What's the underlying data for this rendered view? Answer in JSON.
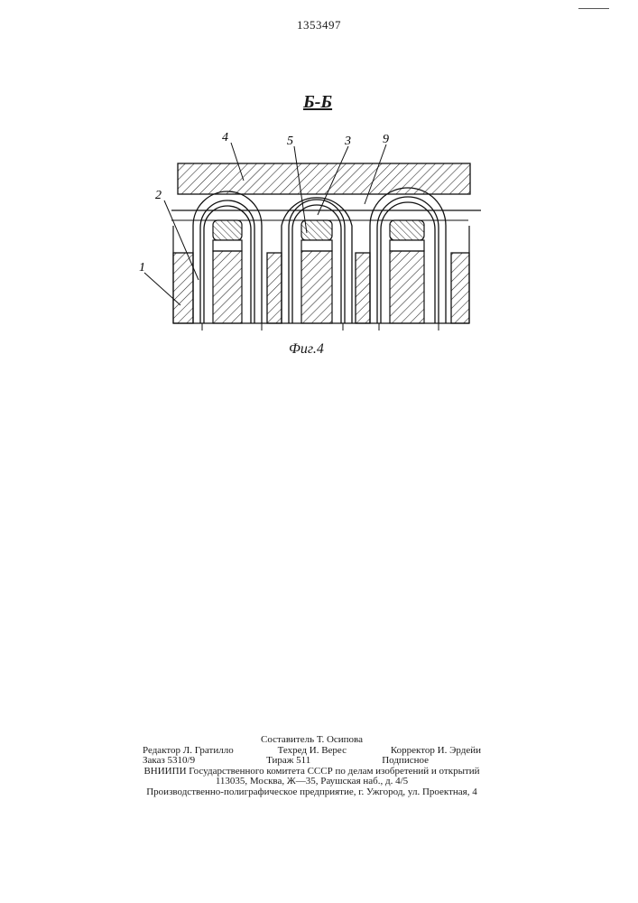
{
  "patent_number": "1353497",
  "section_label": "Б-Б",
  "figure_caption": "Фиг.4",
  "labels": {
    "l1": "1",
    "l2": "2",
    "l3": "3",
    "l4": "4",
    "l5": "5",
    "l9": "9"
  },
  "imprint": {
    "compiler": "Составитель Т. Осипова",
    "editor": "Редактор Л. Гратилло",
    "techred": "Техред И. Верес",
    "corrector": "Корректор И. Эрдейи",
    "order": "Заказ 5310/9",
    "circulation": "Тираж 511",
    "subscription": "Подписное",
    "org": "ВНИИПИ Государственного комитета СССР по делам изобретений и открытий",
    "address": "113035, Москва, Ж—35, Раушская наб., д. 4/5",
    "printer": "Производственно-полиграфическое предприятие, г. Ужгород, ул. Проектная, 4"
  }
}
